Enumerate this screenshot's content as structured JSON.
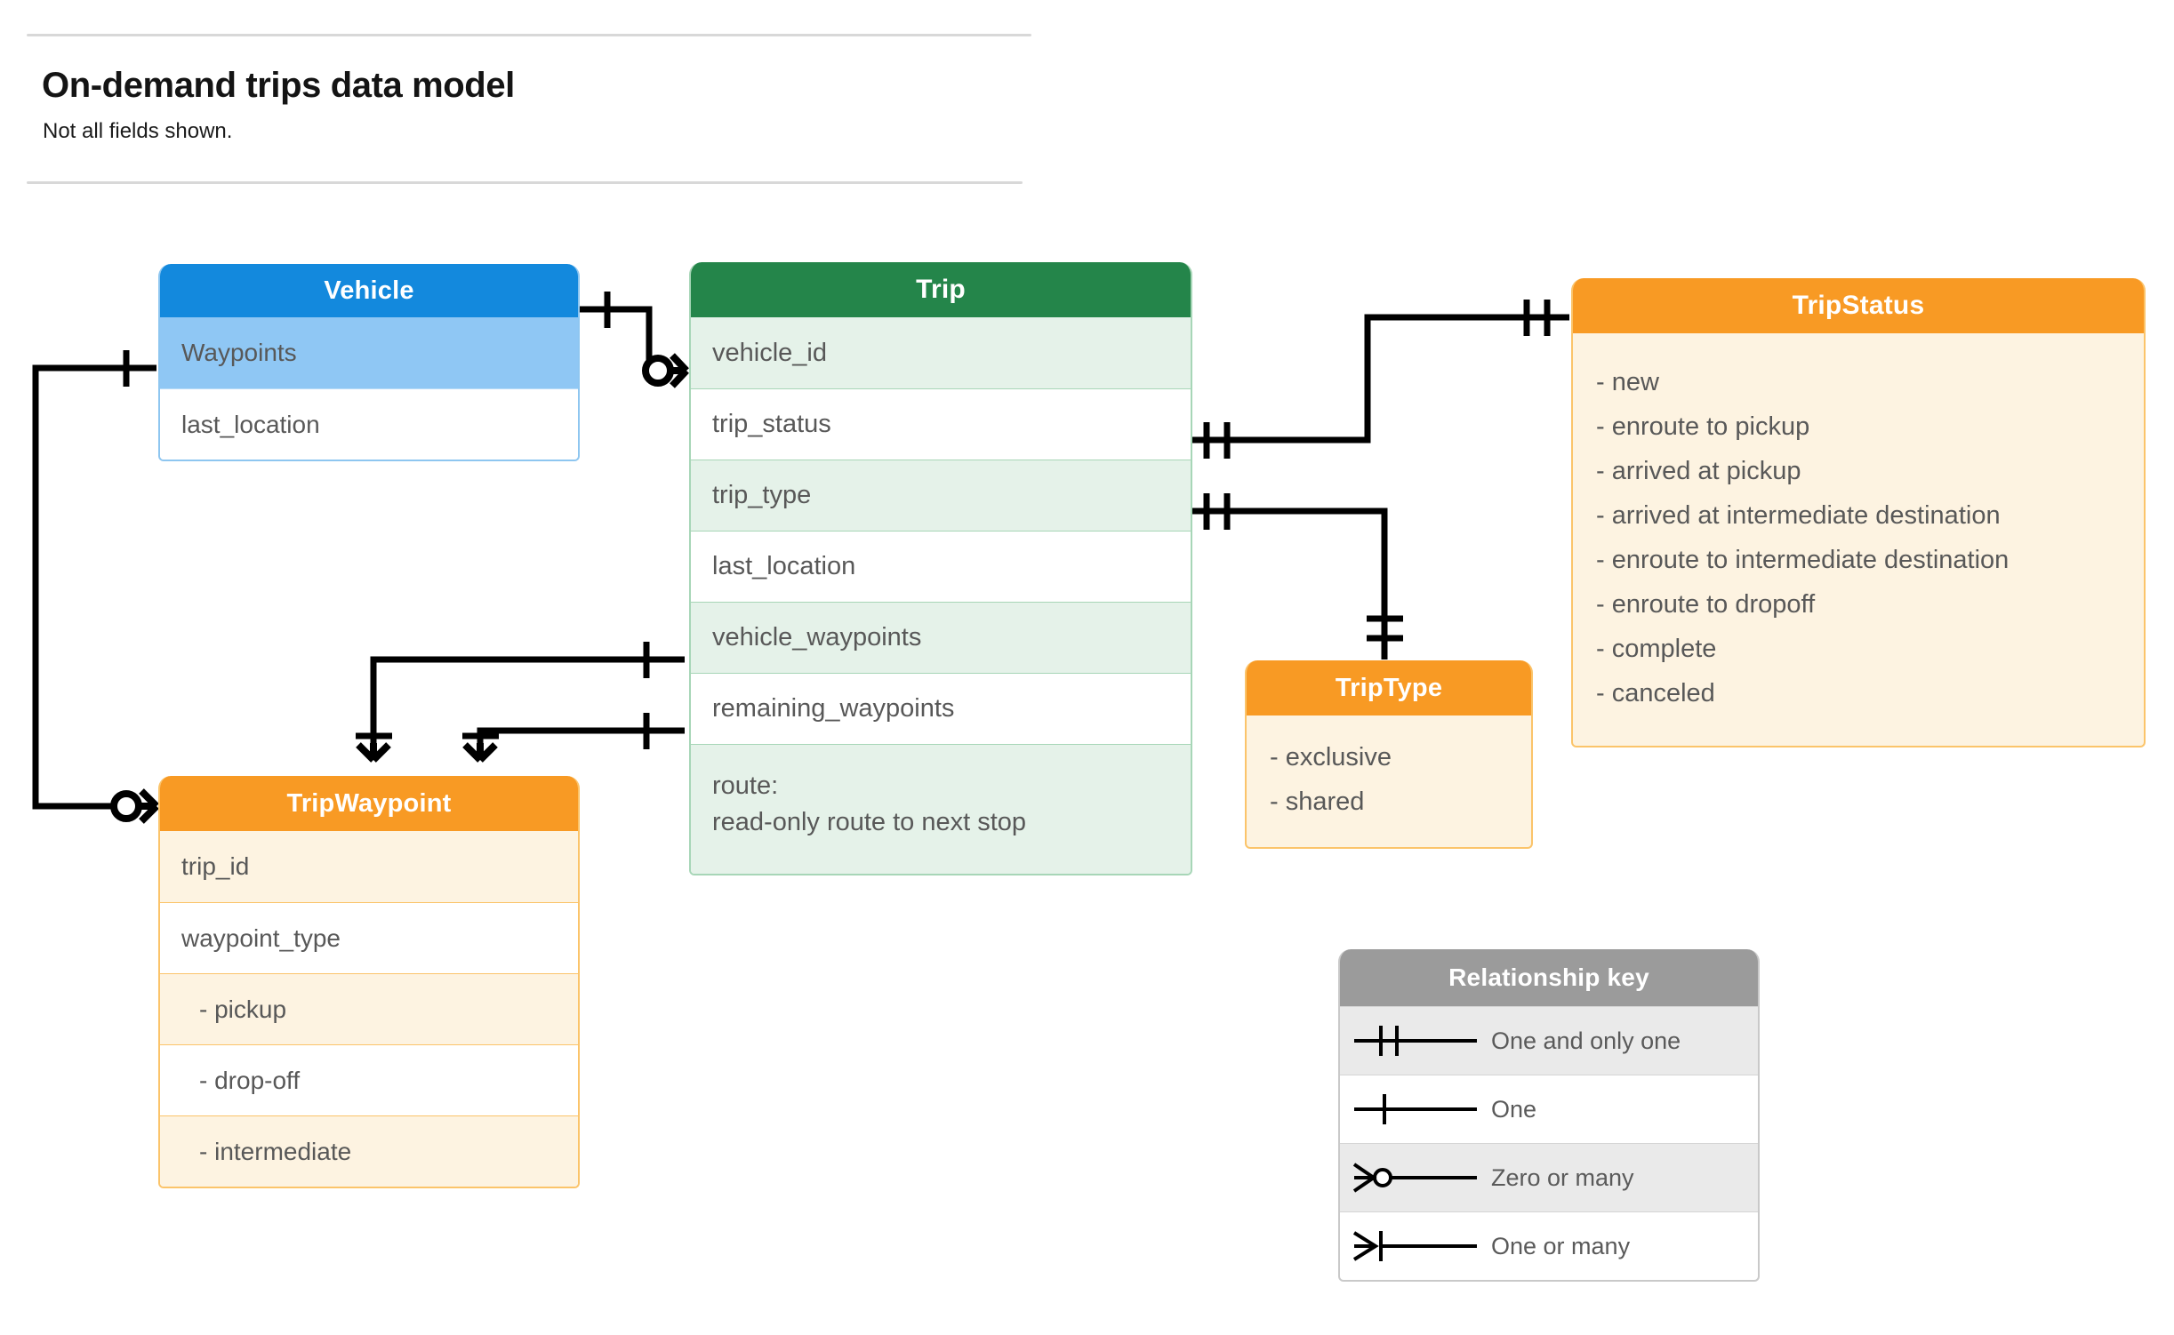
{
  "header": {
    "title": "On-demand trips data model",
    "subtitle": "Not all fields shown."
  },
  "colors": {
    "vehicle_header": "#1389dd",
    "vehicle_row": "#8fc7f4",
    "trip_header": "#24854a",
    "trip_row": "#e5f2e9",
    "orange_header": "#f89a24",
    "orange_row": "#fdf3e1",
    "legend_header": "#9b9b9b",
    "legend_row": "#eaeaea",
    "text": "#585858",
    "connector": "#000000"
  },
  "entities": {
    "vehicle": {
      "title": "Vehicle",
      "fields": [
        {
          "label": "Waypoints",
          "shaded": true
        },
        {
          "label": "last_location",
          "shaded": false
        }
      ]
    },
    "trip": {
      "title": "Trip",
      "fields": [
        {
          "label": "vehicle_id",
          "shaded": true
        },
        {
          "label": "trip_status",
          "shaded": false
        },
        {
          "label": "trip_type",
          "shaded": true
        },
        {
          "label": "last_location",
          "shaded": false
        },
        {
          "label": "vehicle_waypoints",
          "shaded": true
        },
        {
          "label": "remaining_waypoints",
          "shaded": false
        }
      ],
      "route_field": {
        "line1": "route:",
        "line2": "read-only route to next stop"
      }
    },
    "tripwaypoint": {
      "title": "TripWaypoint",
      "fields": [
        {
          "label": "trip_id",
          "shaded": true,
          "indent": false
        },
        {
          "label": "waypoint_type",
          "shaded": false,
          "indent": false
        },
        {
          "label": "-  pickup",
          "shaded": true,
          "indent": true
        },
        {
          "label": "-  drop-off",
          "shaded": false,
          "indent": true
        },
        {
          "label": "-  intermediate",
          "shaded": true,
          "indent": true
        }
      ]
    },
    "tripstatus": {
      "title": "TripStatus",
      "values": [
        "- new",
        "- enroute to pickup",
        "- arrived at pickup",
        "- arrived at intermediate destination",
        "- enroute to intermediate destination",
        "- enroute to dropoff",
        "- complete",
        "- canceled"
      ]
    },
    "triptype": {
      "title": "TripType",
      "values": [
        "- exclusive",
        "- shared"
      ]
    }
  },
  "legend": {
    "title": "Relationship key",
    "rows": [
      {
        "symbol": "one-and-only-one",
        "label": "One and only one"
      },
      {
        "symbol": "one",
        "label": "One"
      },
      {
        "symbol": "zero-or-many",
        "label": "Zero or many"
      },
      {
        "symbol": "one-or-many",
        "label": "One or many"
      }
    ]
  },
  "relationships": [
    {
      "from": "Vehicle",
      "from_card": "one",
      "to": "Trip.vehicle_id",
      "to_card": "zero-or-many"
    },
    {
      "from": "Vehicle.Waypoints",
      "from_card": "one",
      "to": "TripWaypoint",
      "to_card": "zero-or-many"
    },
    {
      "from": "Trip.trip_status",
      "from_card": "one-and-only-one",
      "to": "TripStatus",
      "to_card": "one-and-only-one"
    },
    {
      "from": "Trip.trip_type",
      "from_card": "one-and-only-one",
      "to": "TripType",
      "to_card": "one-and-only-one"
    },
    {
      "from": "Trip.vehicle_waypoints",
      "from_card": "one",
      "to": "TripWaypoint",
      "to_card": "one-or-many"
    },
    {
      "from": "Trip.remaining_waypoints",
      "from_card": "one",
      "to": "TripWaypoint",
      "to_card": "one-or-many"
    }
  ]
}
